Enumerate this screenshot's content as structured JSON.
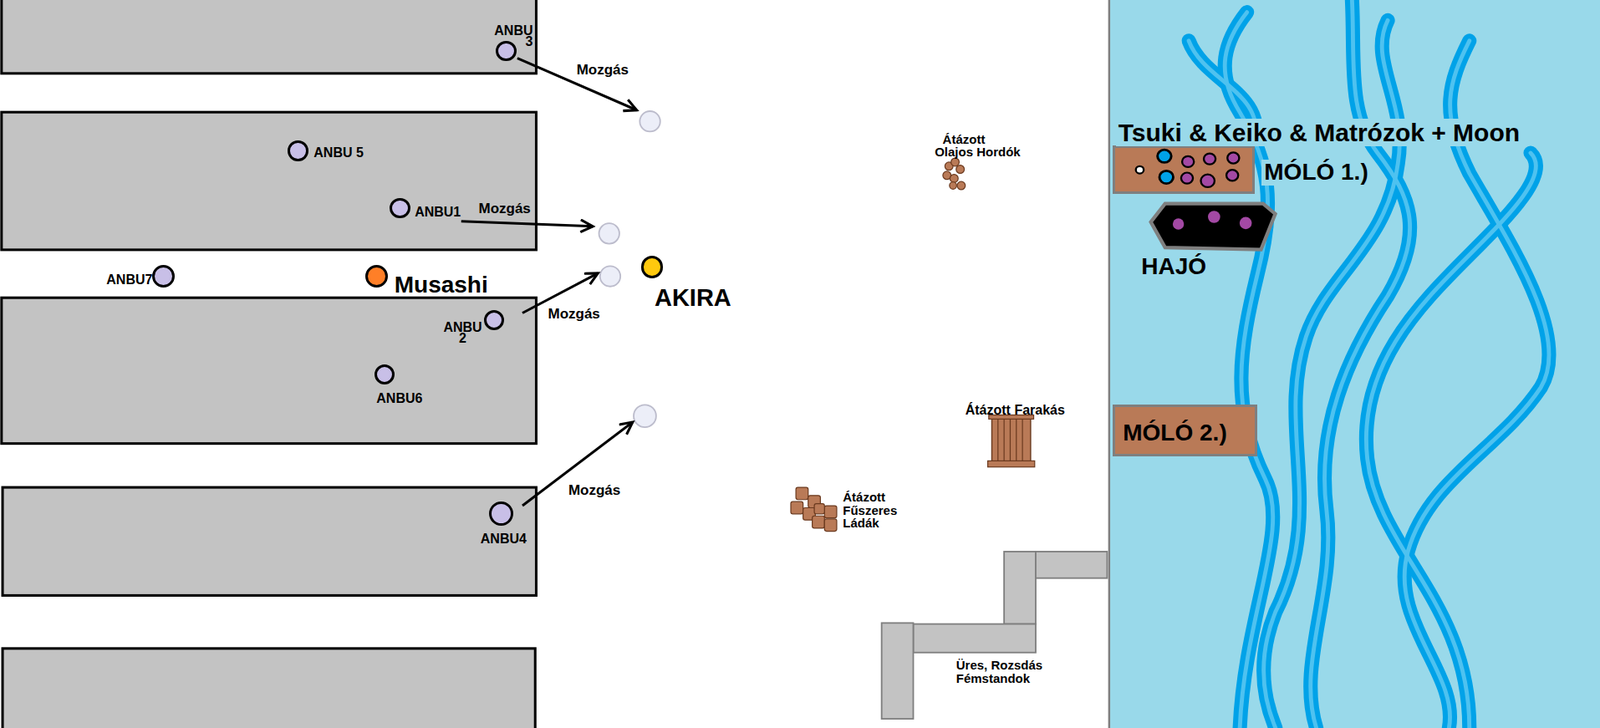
{
  "diagram": {
    "nodes": [
      {
        "text": [
          "ANBU 3"
        ]
      },
      {
        "text": [
          "Tsuki & Keiko & Matrózok + Moon",
          "MÓLÓ 1.)"
        ]
      },
      {
        "text": [
          "ANBU 5"
        ]
      },
      {
        "text": [
          "ANBU1"
        ]
      },
      {
        "text": [
          "HAJÓ"
        ]
      },
      {
        "text": [
          "ANBU7"
        ]
      },
      {
        "text": [
          "Musashi"
        ]
      },
      {
        "text": [
          "AKIRA"
        ]
      },
      {
        "text": [
          "ANBU 2"
        ]
      },
      {
        "text": [
          "ANBU6"
        ]
      },
      {
        "text": [
          "MÓLÓ 2.)"
        ]
      },
      {
        "text": [
          "ANBU4"
        ]
      }
    ],
    "labels": [
      "Mozgás",
      "Mozgás",
      "Mozgás",
      "Mozgás",
      "Átázott Olajos Hordók",
      "Átázott Farakás",
      "Átázott Fűszeres Ládák",
      "Üres, Rozsdás Fémstandok"
    ]
  }
}
